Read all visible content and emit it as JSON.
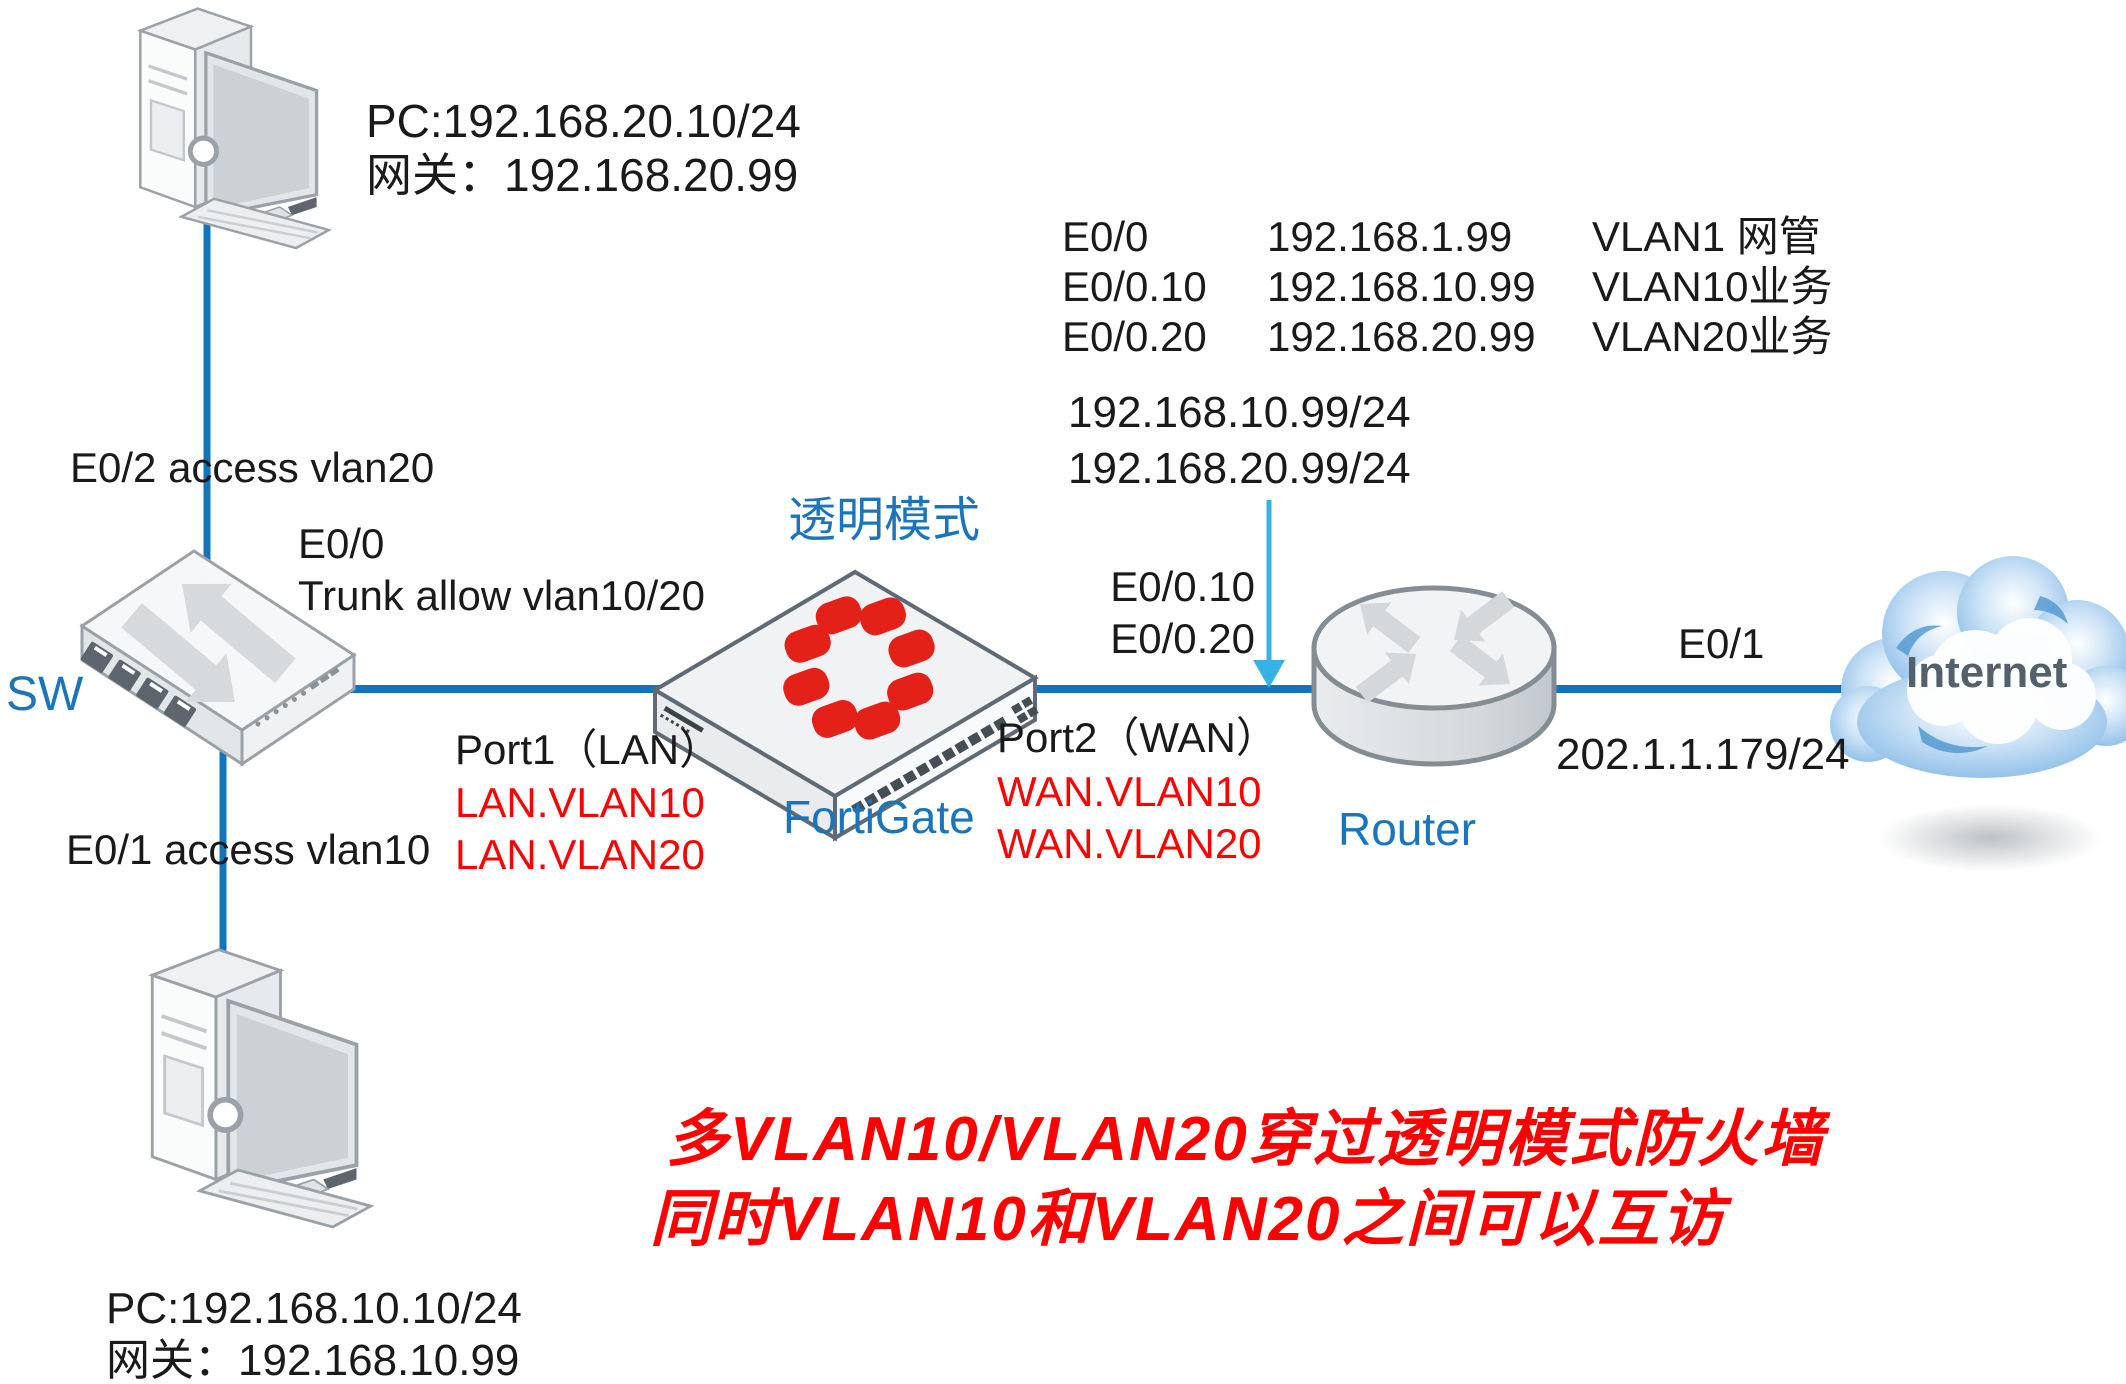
{
  "pc_top": {
    "ip": "PC:192.168.20.10/24",
    "gateway": "网关：192.168.20.99"
  },
  "pc_bottom": {
    "ip": "PC:192.168.10.10/24",
    "gateway": "网关：192.168.10.99"
  },
  "switch": {
    "name": "SW",
    "uplink_port_label": "E0/2 access vlan20",
    "downlink_port_label": "E0/1 access vlan10",
    "trunk_line1": "E0/0",
    "trunk_line2": "Trunk allow vlan10/20"
  },
  "fortigate": {
    "name": "FortiGate",
    "mode_label": "透明模式",
    "lan_port_title": "Port1（LAN）",
    "lan_vlan1": "LAN.VLAN10",
    "lan_vlan2": "LAN.VLAN20",
    "wan_port_title": "Port2（WAN）",
    "wan_vlan1": "WAN.VLAN10",
    "wan_vlan2": "WAN.VLAN20"
  },
  "router": {
    "name": "Router",
    "interfaces": [
      {
        "iface": "E0/0",
        "ip": "192.168.1.99",
        "vlan": "VLAN1 网管"
      },
      {
        "iface": "E0/0.10",
        "ip": "192.168.10.99",
        "vlan": "VLAN10业务"
      },
      {
        "iface": "E0/0.20",
        "ip": "192.168.20.99",
        "vlan": "VLAN20业务"
      }
    ],
    "gateway_note1": "192.168.10.99/24",
    "gateway_note2": "192.168.20.99/24",
    "subif1": "E0/0.10",
    "subif2": "E0/0.20",
    "wan_iface": "E0/1",
    "wan_ip": "202.1.1.179/24"
  },
  "internet": {
    "label": "Internet"
  },
  "note": {
    "line1": "多VLAN10/VLAN20穿过透明模式防火墙",
    "line2": "同时VLAN10和VLAN20之间可以互访"
  },
  "colors": {
    "link_blue": "#1274BC",
    "accent_blue": "#1B75BC",
    "callout_blue": "#35B2E6",
    "alert_red": "#FF0000",
    "fortinet_logo_red": "#E32119"
  }
}
